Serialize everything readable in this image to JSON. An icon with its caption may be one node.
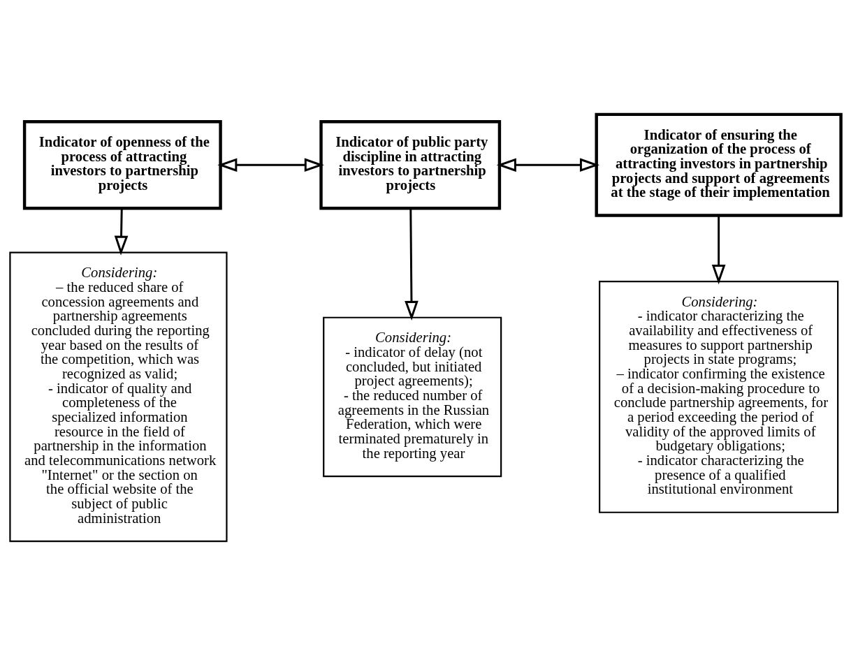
{
  "diagram": {
    "nodes": [
      {
        "text": [
          "Indicator of openness of the process of attracting investors to partnership projects"
        ]
      },
      {
        "text": [
          "Indicator of public party discipline in attracting investors to partnership projects"
        ]
      },
      {
        "text": [
          "Indicator of ensuring the organization of the process of attracting investors in partnership projects and support of agreements at the stage of their implementation"
        ]
      },
      {
        "text": [
          "Considering:",
          "– the reduced share of concession agreements and partnership agreements concluded during the reporting year based on the results of the competition, which was recognized as valid;",
          "- indicator of quality and completeness of the specialized information resource in the field of partnership in the information and telecommunications network \"Internet\" or the section on the official website of the subject of public administration"
        ]
      },
      {
        "text": [
          "Considering:",
          "- indicator of delay (not concluded, but initiated project agreements);",
          "- the reduced number of agreements in the Russian Federation, which were terminated prematurely in the reporting year"
        ]
      },
      {
        "text": [
          "Considering:",
          "- indicator characterizing the availability and effectiveness of measures to support partnership projects in state programs;",
          "– indicator confirming the existence of a decision-making procedure to conclude partnership agreements, for a period exceeding the period of validity of the approved limits of budgetary obligations;",
          "- indicator characterizing the presence of a qualified institutional environment"
        ]
      }
    ],
    "edges": [
      {
        "from": 0,
        "to": 1,
        "arrow": "both"
      },
      {
        "from": 1,
        "to": 2,
        "arrow": "both"
      },
      {
        "from": 0,
        "to": 3,
        "arrow": "to"
      },
      {
        "from": 1,
        "to": 4,
        "arrow": "to"
      },
      {
        "from": 2,
        "to": 5,
        "arrow": "to"
      }
    ]
  }
}
